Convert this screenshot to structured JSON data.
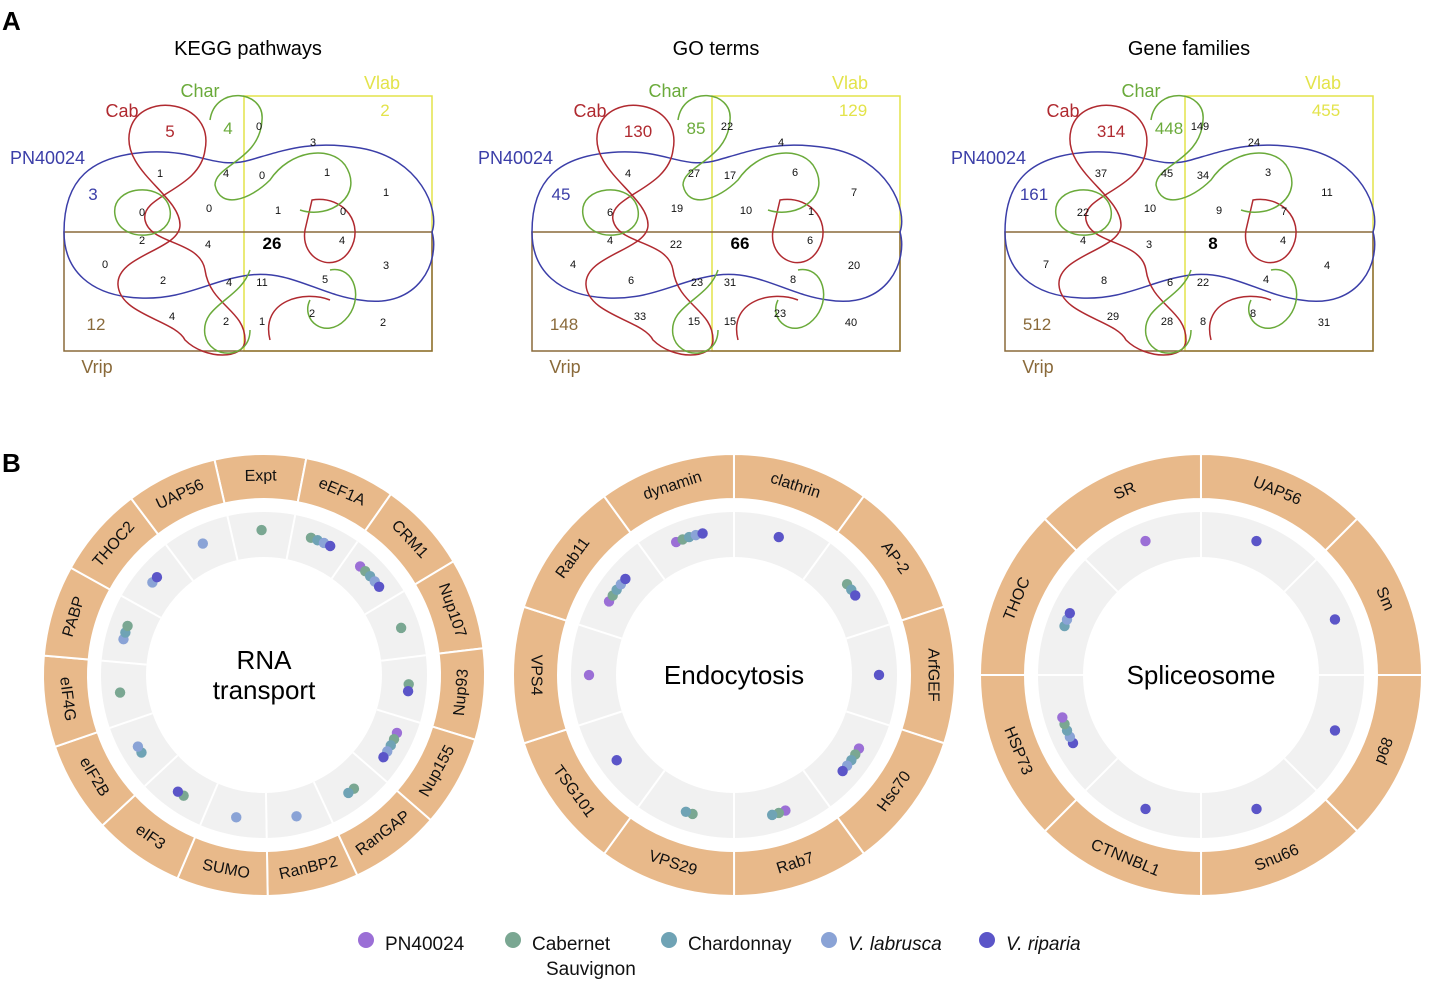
{
  "panel_a": {
    "letter": "A",
    "venns": [
      {
        "title": "KEGG pathways",
        "sets": {
          "PN40024": "PN40024",
          "Cab": "Cab",
          "Char": "Char",
          "Vlab": "Vlab",
          "Vrip": "Vrip"
        },
        "unique": {
          "PN40024": "3",
          "Cab": "5",
          "Char": "4",
          "Vlab": "2",
          "Vrip": "12"
        },
        "core": "26",
        "regions": [
          "0",
          "3",
          "1",
          "4",
          "0",
          "1",
          "1",
          "0",
          "0",
          "1",
          "0",
          "2",
          "4",
          "4",
          "0",
          "2",
          "4",
          "11",
          "5",
          "3",
          "4",
          "2",
          "1",
          "2",
          "2"
        ]
      },
      {
        "title": "GO terms",
        "sets": {
          "PN40024": "PN40024",
          "Cab": "Cab",
          "Char": "Char",
          "Vlab": "Vlab",
          "Vrip": "Vrip"
        },
        "unique": {
          "PN40024": "45",
          "Cab": "130",
          "Char": "85",
          "Vlab": "129",
          "Vrip": "148"
        },
        "core": "66",
        "regions": [
          "22",
          "4",
          "4",
          "27",
          "17",
          "6",
          "7",
          "6",
          "19",
          "10",
          "1",
          "4",
          "22",
          "6",
          "4",
          "6",
          "23",
          "31",
          "8",
          "20",
          "33",
          "15",
          "15",
          "23",
          "40"
        ]
      },
      {
        "title": "Gene families",
        "sets": {
          "PN40024": "PN40024",
          "Cab": "Cab",
          "Char": "Char",
          "Vlab": "Vlab",
          "Vrip": "Vrip"
        },
        "unique": {
          "PN40024": "161",
          "Cab": "314",
          "Char": "448",
          "Vlab": "455",
          "Vrip": "512"
        },
        "core": "8",
        "regions": [
          "149",
          "24",
          "37",
          "45",
          "34",
          "3",
          "11",
          "22",
          "10",
          "9",
          "7",
          "4",
          "3",
          "4",
          "7",
          "8",
          "6",
          "22",
          "4",
          "4",
          "29",
          "28",
          "8",
          "8",
          "31"
        ]
      }
    ]
  },
  "panel_b": {
    "letter": "B",
    "wheels": [
      {
        "title_lines": [
          "RNA",
          "transport"
        ],
        "segments": [
          "Expt",
          "eEF1A",
          "CRM1",
          "Nup107",
          "Nup93",
          "Nup155",
          "RanGAP",
          "RanBP2",
          "SUMO",
          "eIF3",
          "eIF2B",
          "eIF4G",
          "PABP",
          "THOC2",
          "UAP56"
        ],
        "dots": [
          [
            "cab"
          ],
          [
            "cab",
            "char",
            "lab",
            "rip"
          ],
          [
            "pn",
            "cab",
            "char",
            "lab",
            "rip"
          ],
          [
            "cab"
          ],
          [
            "cab",
            "rip"
          ],
          [
            "pn",
            "cab",
            "char",
            "lab",
            "rip"
          ],
          [
            "cab",
            "char"
          ],
          [
            "lab"
          ],
          [
            "lab"
          ],
          [
            "cab",
            "rip"
          ],
          [
            "char",
            "lab"
          ],
          [
            "cab"
          ],
          [
            "lab",
            "char",
            "cab"
          ],
          [
            "lab",
            "rip"
          ],
          [
            "lab"
          ]
        ]
      },
      {
        "title_lines": [
          "Endocytosis"
        ],
        "segments": [
          "clathrin",
          "AP-2",
          "ArfGEF",
          "Hsc70",
          "Rab7",
          "VPS29",
          "TSG101",
          "VPS4",
          "Rab11",
          "dynamin"
        ],
        "dots": [
          [
            "rip"
          ],
          [
            "cab",
            "char",
            "rip"
          ],
          [
            "rip"
          ],
          [
            "pn",
            "cab",
            "char",
            "lab",
            "rip"
          ],
          [
            "pn",
            "cab",
            "char"
          ],
          [
            "cab",
            "char"
          ],
          [
            "rip"
          ],
          [
            "pn"
          ],
          [
            "pn",
            "cab",
            "char",
            "lab",
            "rip"
          ],
          [
            "pn",
            "cab",
            "char",
            "lab",
            "rip"
          ]
        ]
      },
      {
        "title_lines": [
          "Spliceosome"
        ],
        "segments": [
          "UAP56",
          "Sm",
          "p68",
          "Snu66",
          "CTNNBL1",
          "HSP73",
          "THOC",
          "SR"
        ],
        "dots": [
          [
            "rip"
          ],
          [
            "rip"
          ],
          [
            "rip"
          ],
          [
            "rip"
          ],
          [
            "rip"
          ],
          [
            "rip",
            "lab",
            "char",
            "cab",
            "pn"
          ],
          [
            "char",
            "lab",
            "rip"
          ],
          [
            "pn"
          ]
        ]
      }
    ]
  },
  "legend": [
    {
      "key": "pn",
      "lines": [
        "PN40024"
      ],
      "italic": false
    },
    {
      "key": "cab",
      "lines": [
        "Cabernet",
        "Sauvignon"
      ],
      "italic": false
    },
    {
      "key": "char",
      "lines": [
        "Chardonnay"
      ],
      "italic": false
    },
    {
      "key": "lab",
      "lines": [
        "V. labrusca"
      ],
      "italic": true
    },
    {
      "key": "rip",
      "lines": [
        "V. riparia"
      ],
      "italic": true
    }
  ],
  "colors": {
    "pn": "#9b6fd6",
    "cab": "#7aa792",
    "char": "#6fa3b5",
    "lab": "#8aa3d6",
    "rip": "#5b55c8",
    "wedge": "#e8b98a",
    "track": "#f1f1f1",
    "set_PN40024": "#3b3ea8",
    "set_Cab": "#b02a30",
    "set_Char": "#6aaa3a",
    "set_Vlab": "#e3e34a",
    "set_Vrip": "#8a6a3a"
  }
}
